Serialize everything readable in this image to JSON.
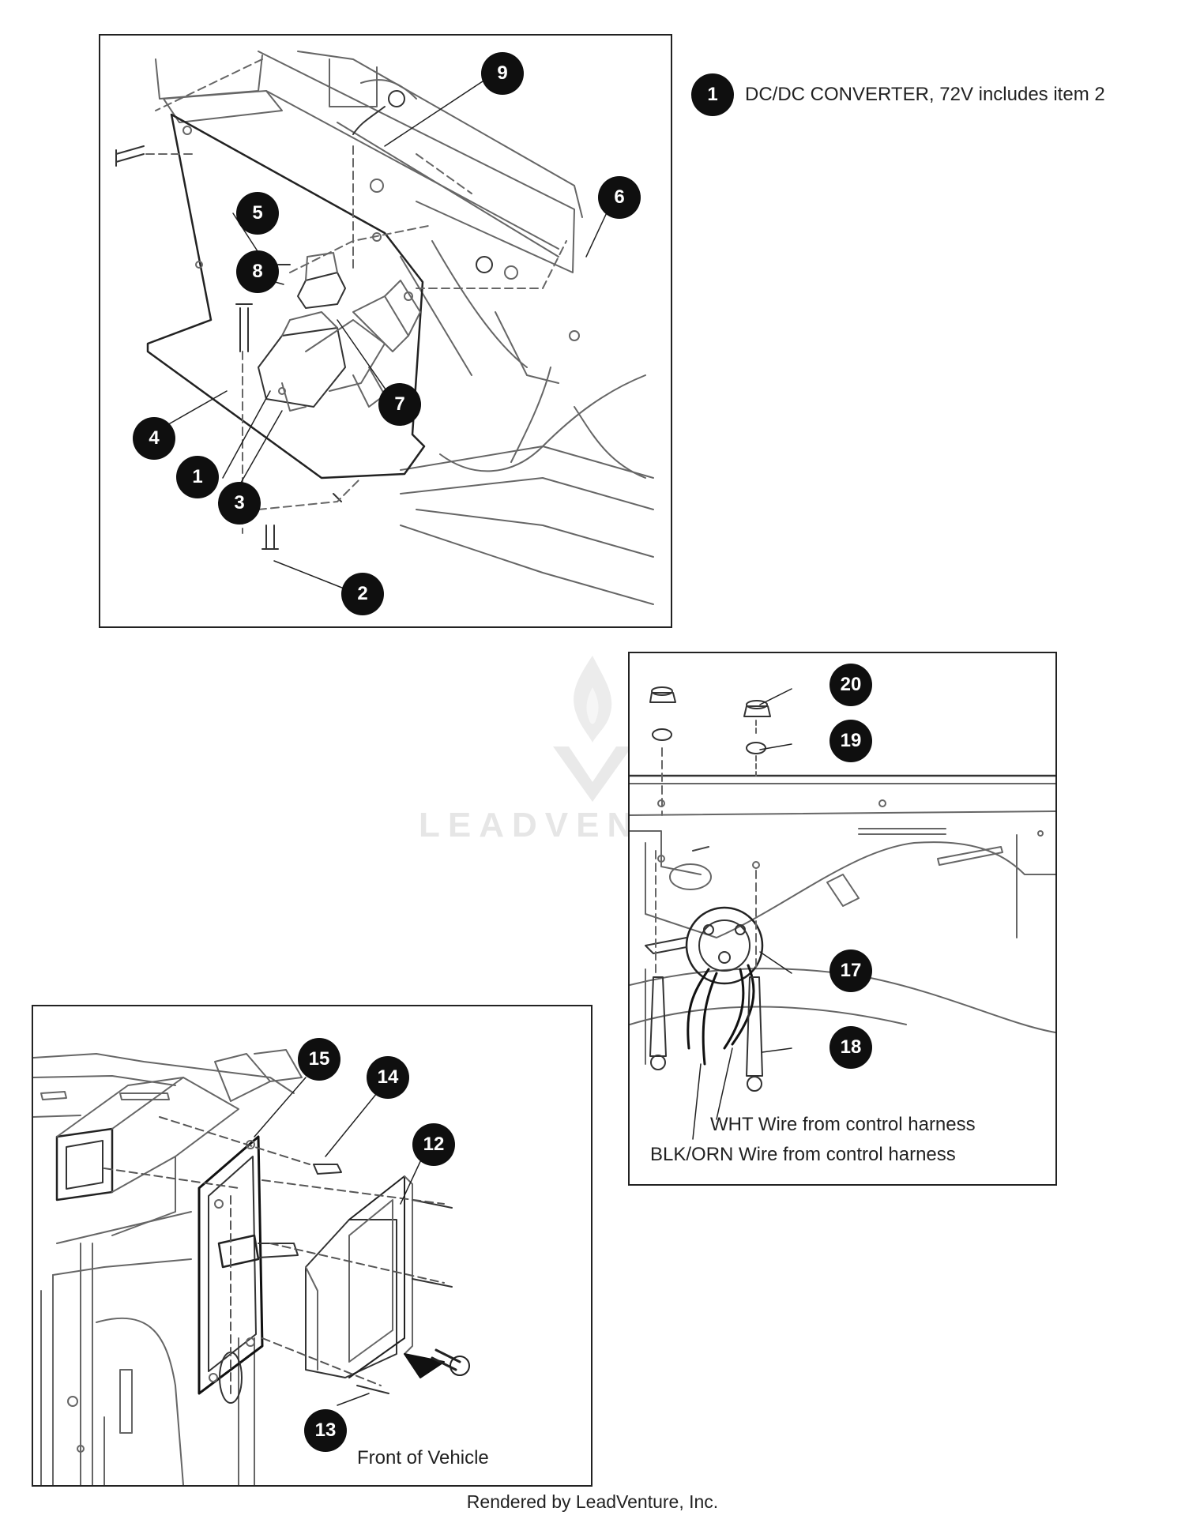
{
  "legend": {
    "number": "1",
    "text": "DC/DC CONVERTER, 72V includes item 2"
  },
  "callouts_top": [
    "9",
    "5",
    "6",
    "8",
    "7",
    "4",
    "1",
    "3",
    "2"
  ],
  "callouts_right": [
    "20",
    "19",
    "17",
    "18"
  ],
  "callouts_bottom": [
    "15",
    "14",
    "12",
    "13"
  ],
  "wire_labels": {
    "wht": "WHT Wire from control harness",
    "blk": "BLK/ORN Wire from control harness"
  },
  "front_label": "Front of Vehicle",
  "watermark": "LEADVENTURE",
  "footer": "Rendered by LeadVenture, Inc."
}
